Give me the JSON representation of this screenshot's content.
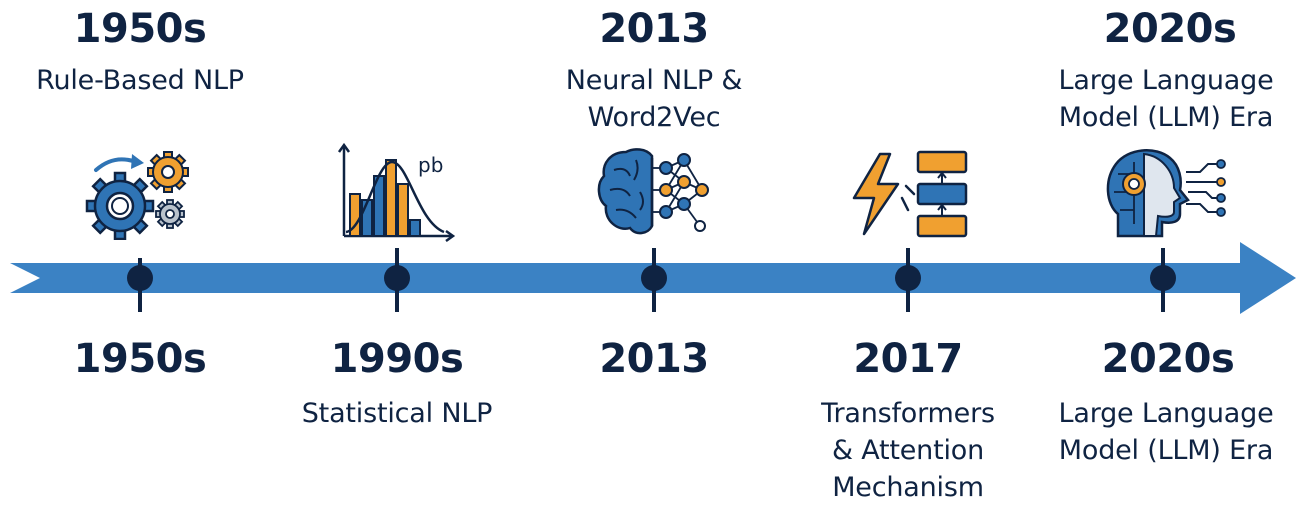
{
  "timeline": {
    "line_color": "#3b82c4",
    "node_color": "#0f2342",
    "accent_blue": "#2f74b5",
    "accent_orange": "#f0a030",
    "top": [
      {
        "year": "1950s",
        "label_lines": [
          "Rule-Based NLP"
        ],
        "icon": "gears-icon"
      },
      {
        "year": "",
        "label_lines": [],
        "icon": "bar-chart-bell-curve-icon",
        "icon_text": "pb"
      },
      {
        "year": "2013",
        "label_lines": [
          "Neural NLP &",
          "Word2Vec"
        ],
        "icon": "brain-network-icon"
      },
      {
        "year": "",
        "label_lines": [],
        "icon": "lightning-attention-stack-icon"
      },
      {
        "year": "2020s",
        "label_lines": [
          "Large Language",
          "Model (LLM) Era"
        ],
        "icon": "robot-head-circuit-icon"
      }
    ],
    "bottom": [
      {
        "year": "1950s",
        "label_lines": []
      },
      {
        "year": "1990s",
        "label_lines": [
          "Statistical NLP"
        ]
      },
      {
        "year": "2013",
        "label_lines": []
      },
      {
        "year": "2017",
        "label_lines": [
          "Transformers",
          "& Attention",
          "Mechanism"
        ]
      },
      {
        "year": "2020s",
        "label_lines": [
          "Large Language",
          "Model (LLM) Era"
        ]
      }
    ]
  }
}
